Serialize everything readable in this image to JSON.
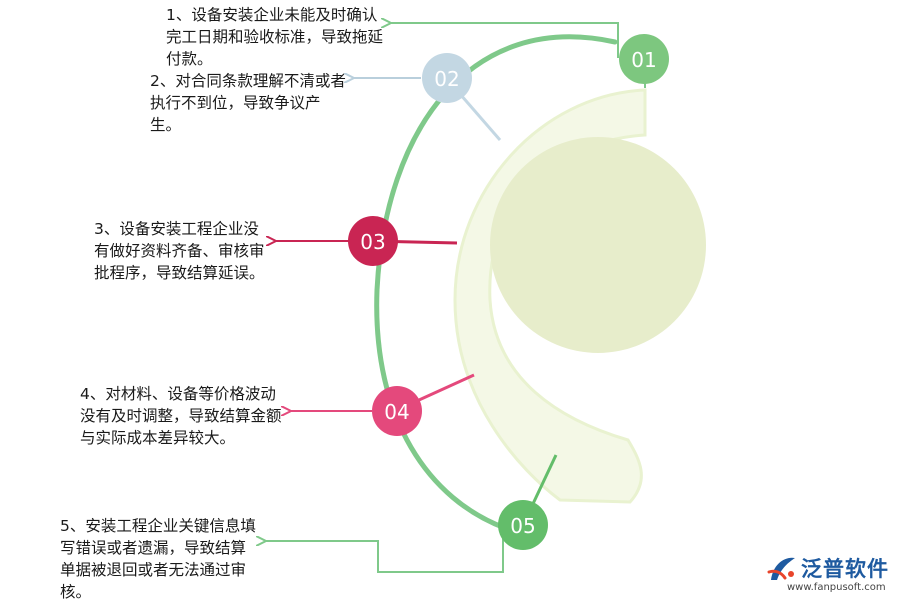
{
  "colors": {
    "arc": "#7fc98a",
    "crescent_fill": "#f4f8e6",
    "crescent_stroke": "#e9f2d0",
    "center_circle": "#e7edcb"
  },
  "items": [
    {
      "number": "01",
      "color": "#7dc77f",
      "text": "1、设备安装企业未能及时确认完工日期和验收标准，导致拖延付款。"
    },
    {
      "number": "02",
      "color": "#c3d7e3",
      "text": "2、对合同条款理解不清或者执行不到位，导致争议产生。"
    },
    {
      "number": "03",
      "color": "#c92553",
      "text": "3、设备安装工程企业没有做好资料齐备、审核审批程序，导致结算延误。"
    },
    {
      "number": "04",
      "color": "#e4497c",
      "text": "4、对材料、设备等价格波动没有及时调整，导致结算金额与实际成本差异较大。"
    },
    {
      "number": "05",
      "color": "#63bd6a",
      "text": "5、安装工程企业关键信息填写错误或者遗漏，导致结算单据被退回或者无法通过审核。"
    }
  ],
  "logo": {
    "icon": "fanpu-logo-icon",
    "name": "泛普软件",
    "url": "www.fanpusoft.com"
  }
}
